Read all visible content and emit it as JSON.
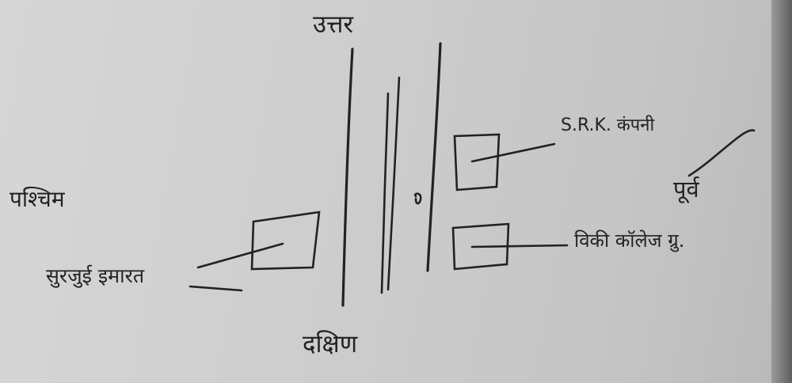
{
  "labels": {
    "north": "उत्तर",
    "south": "दक्षिण",
    "west": "पश्चिम",
    "east": "पूर्व",
    "left_box": "सुरजुई इमारत",
    "right_top_box": "S.R.K. कंपनी",
    "right_bottom_box": "विकी कॉलेज ग्रु."
  }
}
